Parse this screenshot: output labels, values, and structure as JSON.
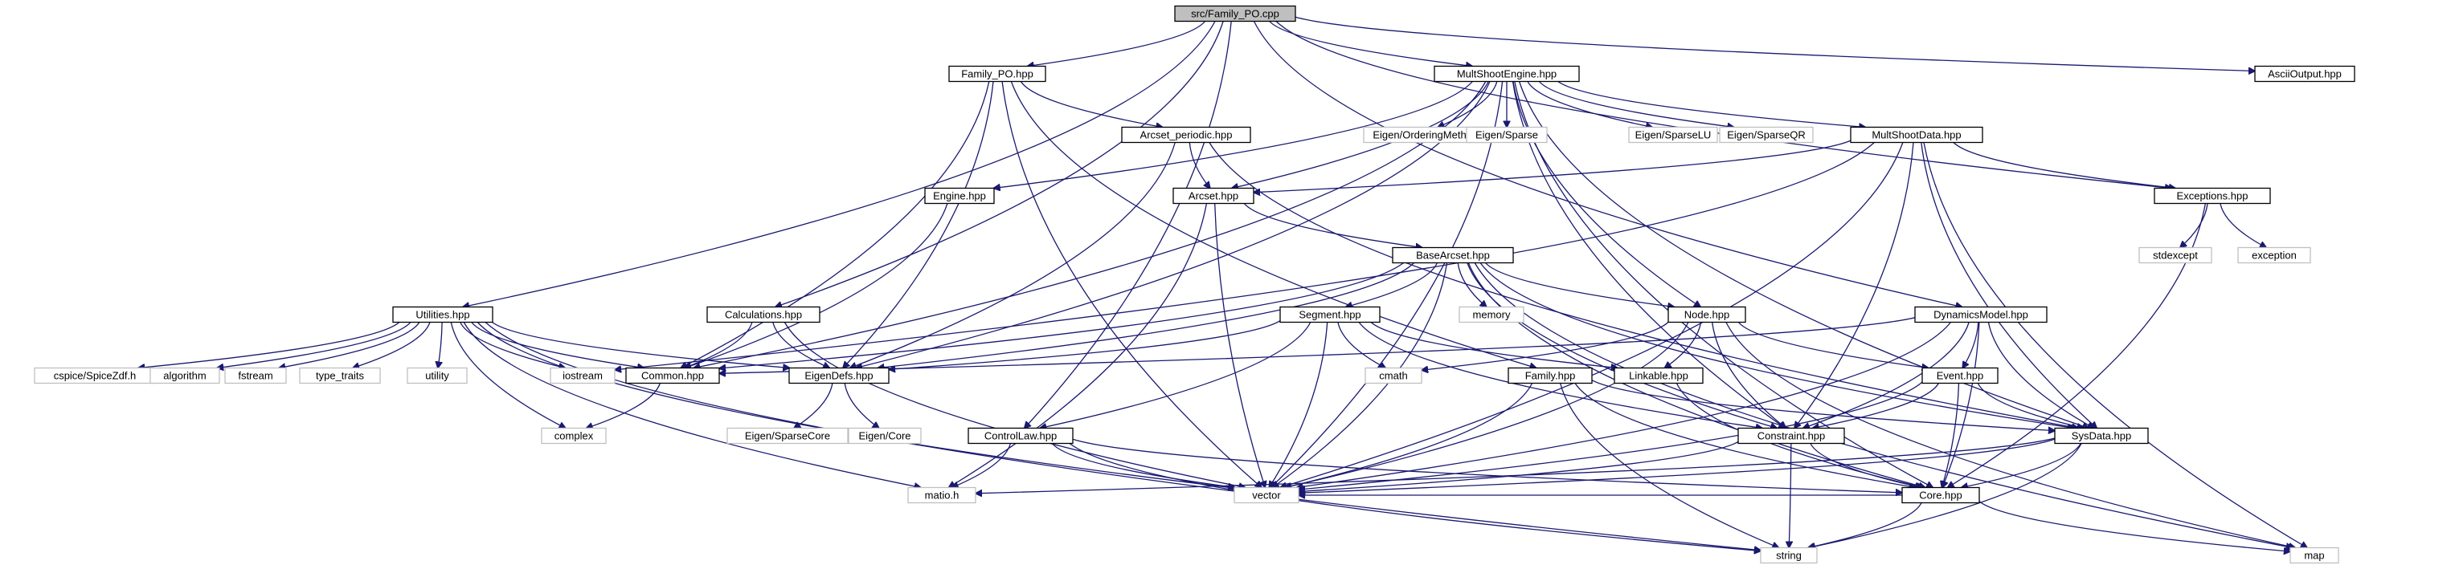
{
  "colors": {
    "edge": "#191970",
    "root_fill": "#bfbfbf",
    "node_border": "#000000",
    "external_border": "#bfbfbf",
    "background": "#ffffff"
  },
  "nodes": {
    "family_po_cpp": "src/Family_PO.cpp",
    "family_po_hpp": "Family_PO.hpp",
    "multshootengine_hpp": "MultShootEngine.hpp",
    "asciioutput_hpp": "AsciiOutput.hpp",
    "arcset_periodic_hpp": "Arcset_periodic.hpp",
    "eigen_orderingmethods": "Eigen/OrderingMethods",
    "eigen_sparse": "Eigen/Sparse",
    "eigen_sparselu": "Eigen/SparseLU",
    "eigen_sparseqr": "Eigen/SparseQR",
    "multshootdata_hpp": "MultShootData.hpp",
    "engine_hpp": "Engine.hpp",
    "arcset_hpp": "Arcset.hpp",
    "exceptions_hpp": "Exceptions.hpp",
    "stdexcept": "stdexcept",
    "exception": "exception",
    "basearcset_hpp": "BaseArcset.hpp",
    "memory": "memory",
    "utilities_hpp": "Utilities.hpp",
    "calculations_hpp": "Calculations.hpp",
    "segment_hpp": "Segment.hpp",
    "node_hpp": "Node.hpp",
    "dynamicsmodel_hpp": "DynamicsModel.hpp",
    "spicezdf": "cspice/SpiceZdf.h",
    "algorithm": "algorithm",
    "fstream": "fstream",
    "type_traits": "type_traits",
    "utility": "utility",
    "iostream": "iostream",
    "common_hpp": "Common.hpp",
    "eigendefs_hpp": "EigenDefs.hpp",
    "cmath": "cmath",
    "linkable_hpp": "Linkable.hpp",
    "family_hpp": "Family.hpp",
    "event_hpp": "Event.hpp",
    "complex": "complex",
    "eigen_sparsecore": "Eigen/SparseCore",
    "eigen_core": "Eigen/Core",
    "controllaw_hpp": "ControlLaw.hpp",
    "constraint_hpp": "Constraint.hpp",
    "sysdata_hpp": "SysData.hpp",
    "matio_h": "matio.h",
    "vector": "vector",
    "core_hpp": "Core.hpp",
    "string": "string",
    "map": "map"
  }
}
